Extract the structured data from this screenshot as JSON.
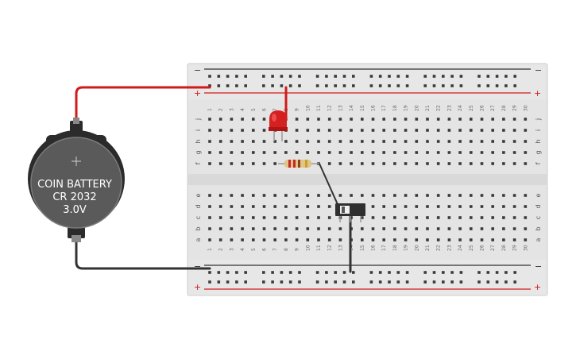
{
  "battery": {
    "line1": "COIN BATTERY",
    "line2": "CR 2032",
    "line3": "3.0V",
    "plus_symbol": "+"
  },
  "breadboard": {
    "columns": 30,
    "top_rows": [
      "j",
      "i",
      "h",
      "g",
      "f"
    ],
    "bottom_rows": [
      "e",
      "d",
      "c",
      "b",
      "a"
    ],
    "rail_minus": "−",
    "rail_plus": "+"
  },
  "components": {
    "led": "red-led",
    "resistor": "resistor",
    "switch": "slide-switch"
  },
  "colors": {
    "red_wire": "#d11a1a",
    "black_wire": "#333333",
    "board": "#e4e4e4",
    "hole": "#3a3a3a",
    "battery": "#555555"
  }
}
